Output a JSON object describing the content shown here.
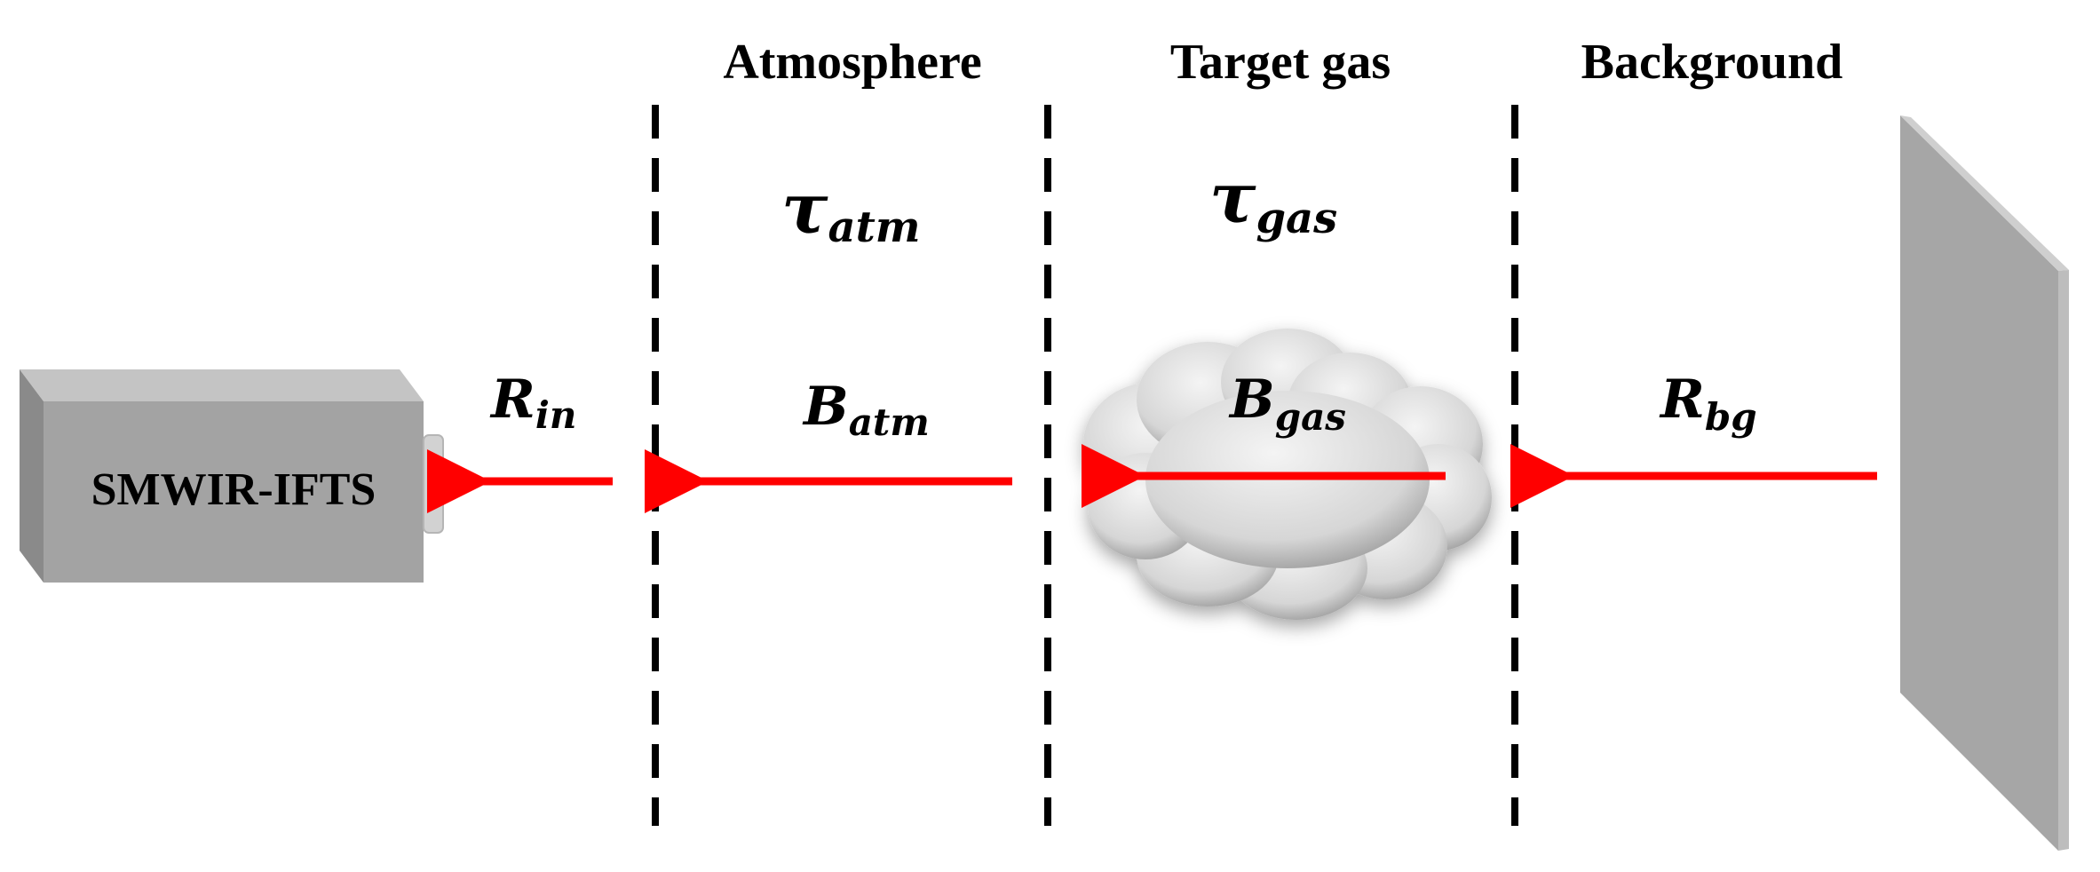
{
  "regions": {
    "atmosphere": "Atmosphere",
    "target_gas": "Target gas",
    "background": "Background"
  },
  "device": {
    "label": "SMWIR-IFTS"
  },
  "symbols": {
    "tau_atm": {
      "main": "τ",
      "sub": "atm"
    },
    "tau_gas": {
      "main": "τ",
      "sub": "gas"
    },
    "r_in": {
      "main": "R",
      "sub": "in"
    },
    "b_atm": {
      "main": "B",
      "sub": "atm"
    },
    "b_gas": {
      "main": "B",
      "sub": "gas"
    },
    "r_bg": {
      "main": "R",
      "sub": "bg"
    }
  },
  "colors": {
    "arrow": "#ff0000",
    "divider": "#000000",
    "device_front": "#9e9e9e",
    "device_top": "#c4c4c4",
    "device_side": "#7d7d7d",
    "background_panel": "#a6a6a6",
    "background_panel_edge": "#cfcfcf",
    "cloud": "#d9d9d9"
  }
}
